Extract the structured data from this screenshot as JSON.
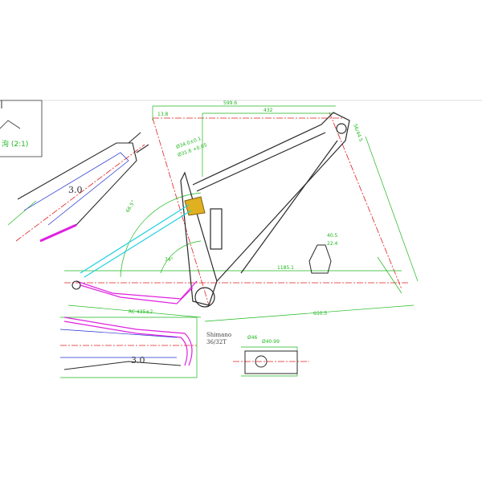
{
  "drawing": {
    "detail_label": "洵 (2:1)",
    "dimensions": {
      "top_length": "599.6",
      "reach": "432",
      "offset": "13.8",
      "seat_tube_outer": "Ø34.0±0.1",
      "seat_tube_inner": "Ø31.6 +0.05",
      "wheelbase": "1185.1",
      "chainstay": "RC 435±2",
      "front_center": "650.5",
      "seat_angle": "74°",
      "head_angle": "66.5°",
      "tube_width": "40.5",
      "tube_inner": "22.4",
      "bb_width": "Ø46",
      "bb_inner": "Ø40.99",
      "head_tube": "56/44.5"
    },
    "wall_thickness": [
      "3.0",
      "3.0"
    ],
    "drivetrain_note": [
      "Shimano",
      "36/32T"
    ]
  },
  "colors": {
    "frame": "#2a2a2a",
    "dimension": "#1fb81f",
    "centerline": "#e02020",
    "chainstay": "#e020e0",
    "seatstay": "#20d0e0",
    "inner": "#2030d0",
    "rocker": "#e0b020"
  }
}
